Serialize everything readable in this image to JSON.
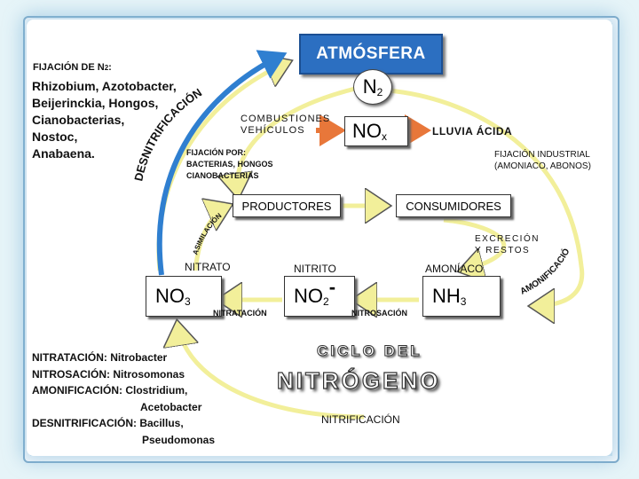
{
  "nodes": {
    "atmosfera": "ATMÓSFERA",
    "n2_main": "N",
    "n2_sub": "2",
    "nox_main": "NO",
    "nox_sub": "x",
    "no3_main": "NO",
    "no3_sub": "3",
    "no2_main": "NO",
    "no2_sub": "2",
    "no2_charge": "-",
    "nh3_main": "NH",
    "nh3_sub": "3",
    "productores": "PRODUCTORES",
    "consumidores": "CONSUMIDORES"
  },
  "labels": {
    "fijacion_n": "FIJACIÓN DE N",
    "fijacion_n_sub": "2",
    "fijacion_n_colon": ":",
    "fijadores_1": "Rhizobium, Azotobacter,",
    "fijadores_2": "Beijerinckia, Hongos,",
    "fijadores_3": "Cianobacterias,",
    "fijadores_4": "Nostoc,",
    "fijadores_5": "Anabaena.",
    "combustiones_1": "COMBUSTIONES",
    "combustiones_2": "VEHÍCULOS",
    "lluvia_acida": "LLUVIA ÁCIDA",
    "fijacion_ind_1": "FIJACIÓN INDUSTRIAL",
    "fijacion_ind_2": "(AMONIACO, ABONOS)",
    "fijacion_por_1": "FIJACIÓN POR:",
    "fijacion_por_2": "BACTERIAS, HONGOS",
    "fijacion_por_3": "CIANOBACTERIAS",
    "excrecion_1": "EXCRECIÓN",
    "excrecion_2": "Y RESTOS",
    "nitrato": "NITRATO",
    "nitrito": "NITRITO",
    "amoniaco": "AMONÍACO",
    "nitratacion": "NITRATACIÓN",
    "nitrosacion": "NITROSACIÓN",
    "nitrificacion": "NITRIFICACIÓN",
    "desnitrificacion": "DESNITRIFICACIÓN",
    "asimilacion": "ASIMILACIÓN",
    "amonificacion": "AMONIFICACIÓN"
  },
  "legend": {
    "line1": "NITRATACIÓN: Nitrobacter",
    "line2": "NITROSACIÓN: Nitrosomonas",
    "line3": "AMONIFICACIÓN: Clostridium,",
    "line4": "Acetobacter",
    "line5": "DESNITRIFICACIÓN: Bacillus,",
    "line6": "Pseudomonas"
  },
  "title": {
    "line1": "CICLO DEL",
    "line2": "NITRÓGENO"
  },
  "colors": {
    "arrow_yellow": "#f2ef9a",
    "arrow_orange": "#e8773a",
    "arrow_blue": "#2f7fd0",
    "atmosfera_bg": "#2c6fc1"
  }
}
